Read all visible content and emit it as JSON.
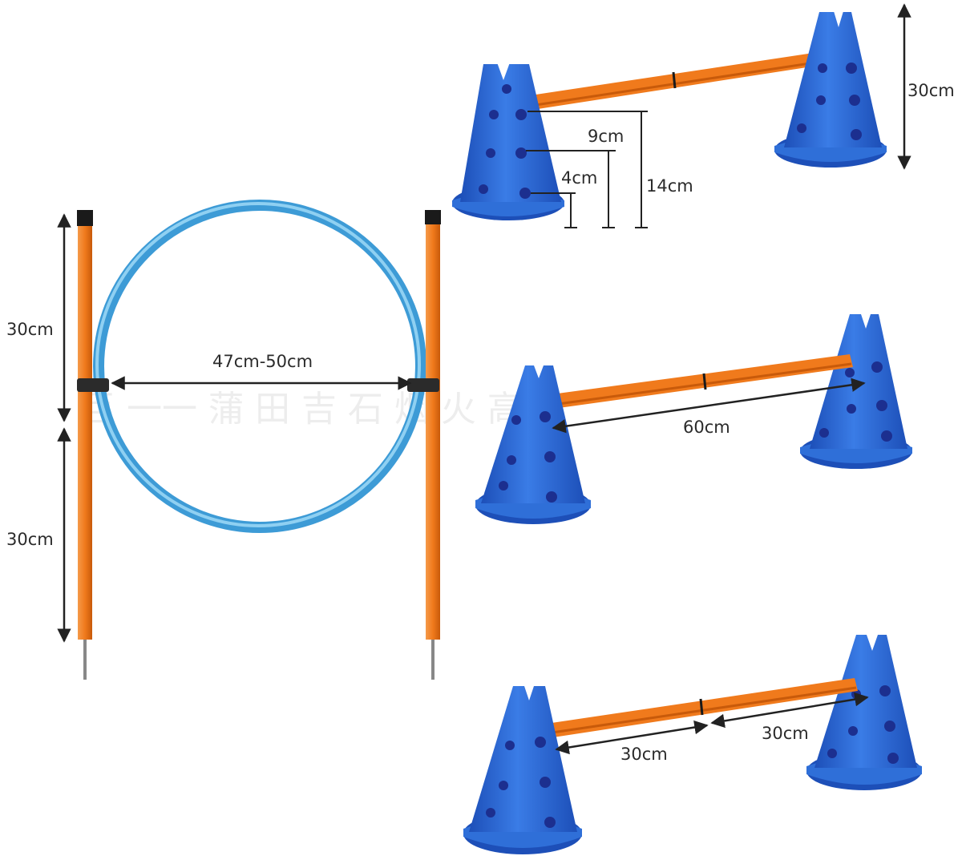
{
  "colors": {
    "cone": "#2f6fd8",
    "cone_dark": "#1d4fb8",
    "cone_light": "#5a92ee",
    "hole": "#1c2f8f",
    "pole": "#f07a1c",
    "pole_dark": "#c85a0a",
    "hoop": "#4aa8de",
    "hoop_light": "#8fd0f2",
    "arrow": "#222222",
    "background": "#ffffff"
  },
  "hoop_set": {
    "pole_upper_height": "30cm",
    "pole_lower_height": "30cm",
    "hoop_diameter": "47cm-50cm"
  },
  "cone_heights": {
    "total_height": "30cm",
    "hole_levels": [
      "9cm",
      "4cm",
      "14cm"
    ]
  },
  "hurdle_width": {
    "span": "60cm"
  },
  "hurdle_halves": {
    "left_half": "30cm",
    "right_half": "30cm"
  }
}
